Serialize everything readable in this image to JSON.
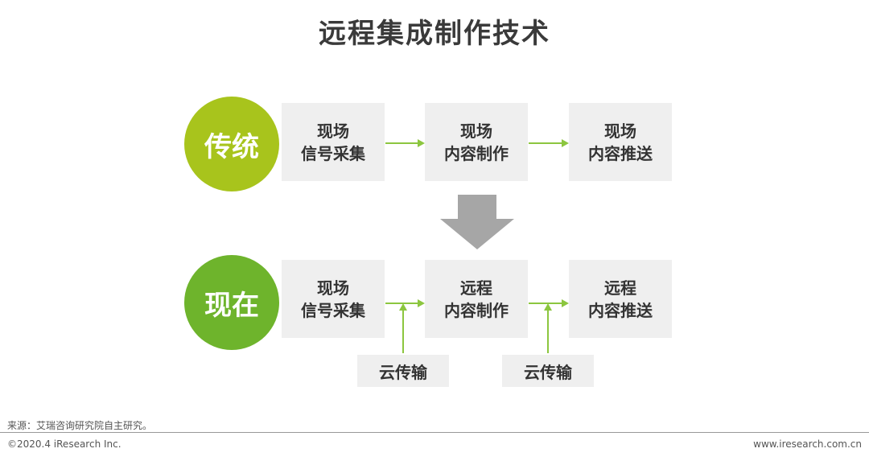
{
  "title": "远程集成制作技术",
  "traditional": {
    "label": "传统",
    "steps": [
      {
        "line1": "现场",
        "line2": "信号采集"
      },
      {
        "line1": "现场",
        "line2": "内容制作"
      },
      {
        "line1": "现场",
        "line2": "内容推送"
      }
    ]
  },
  "current": {
    "label": "现在",
    "steps": [
      {
        "line1": "现场",
        "line2": "信号采集"
      },
      {
        "line1": "远程",
        "line2": "内容制作"
      },
      {
        "line1": "远程",
        "line2": "内容推送"
      }
    ],
    "cloud_labels": [
      "云传输",
      "云传输"
    ]
  },
  "colors": {
    "traditional_circle": "#a8c41c",
    "current_circle": "#6eb42c",
    "connector": "#8cc63f",
    "big_arrow": "#a6a6a6",
    "box_fill": "#efefef"
  },
  "footer": {
    "source": "来源：艾瑞咨询研究院自主研究。",
    "copyright": "©2020.4 iResearch Inc.",
    "website": "www.iresearch.com.cn"
  }
}
